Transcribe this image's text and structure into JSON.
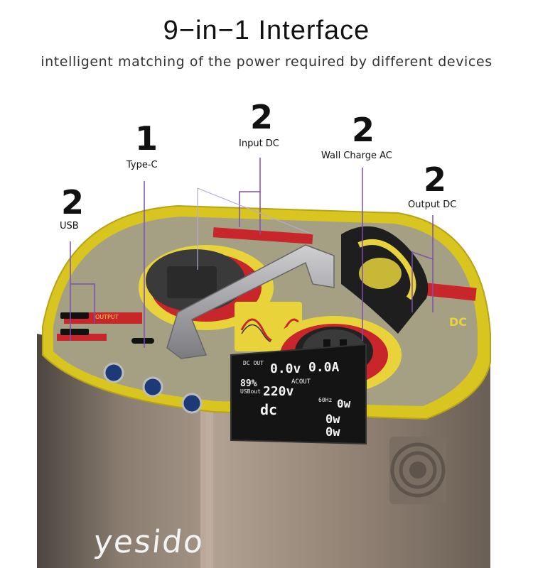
{
  "heading": {
    "title": "9−in−1  Interface",
    "subtitle": "intelligent matching of the power required by different devices"
  },
  "ports": [
    {
      "count": "2",
      "label": "USB"
    },
    {
      "count": "1",
      "label": "Type-C"
    },
    {
      "count": "2",
      "label": "Input DC"
    },
    {
      "count": "2",
      "label": "Wall Charge AC"
    },
    {
      "count": "2",
      "label": "Output DC"
    }
  ],
  "panel": {
    "output_label": "OUTPUT",
    "dc_label": "DC",
    "lcd": {
      "dc_out": "DC OUT",
      "v": "0.0v",
      "a": "0.0A",
      "acout": "ACOUT",
      "usbout": "USBout",
      "pct": "89%",
      "volt": "220v",
      "hz": "60Hz",
      "w1": "0w",
      "dc": "dc",
      "w2": "0w",
      "w3": "0w"
    }
  },
  "brand": "yesido",
  "colors": {
    "yellow": "#e8d43a",
    "red": "#c8262a",
    "body": "#8c7f72",
    "accent_line": "#7b4fb0"
  }
}
